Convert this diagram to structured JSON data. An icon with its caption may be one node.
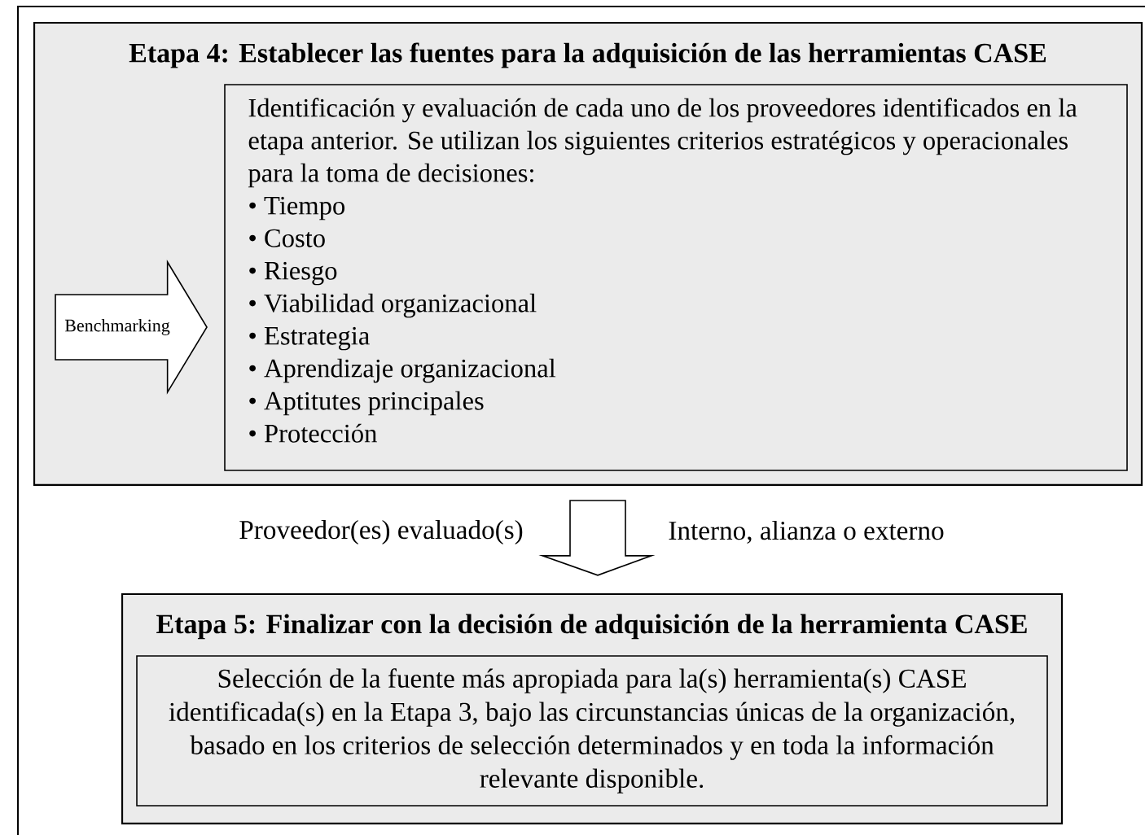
{
  "diagram": {
    "nodes": [
      {
        "text": [
          "Etapa 4: Establecer las fuentes para la adquisición de las herramientas CASE"
        ]
      },
      {
        "text": [
          "Identificación y evaluación de cada uno de los proveedores identificados en la etapa anterior. Se utilizan los siguientes criterios estratégicos y operacionales para la toma de decisiones:",
          "• Tiempo",
          "• Costo",
          "• Riesgo",
          "• Viabilidad organizacional",
          "• Estrategia",
          "• Aprendizaje organizacional",
          "• Aptitutes principales",
          "• Protección"
        ],
        "in": 0
      },
      {
        "text": [
          "Benchmarking"
        ],
        "in": 0
      },
      {
        "text": [
          "Etapa 5: Finalizar con la decisión de adquisición de la herramienta CASE"
        ]
      },
      {
        "text": [
          "Selección de la fuente más apropiada para la(s) herramienta(s) CASE identificada(s) en la Etapa 3, bajo las circunstancias únicas de la organización, basado en los criterios de selección determinados y en toda la información relevante disponible."
        ],
        "in": 3
      }
    ],
    "edges": [
      {
        "from": 0,
        "to": 3,
        "arrow": "to",
        "label": "Proveedor(es) evaluado(s)"
      }
    ],
    "labels": [
      "Interno, alianza o externo"
    ]
  }
}
